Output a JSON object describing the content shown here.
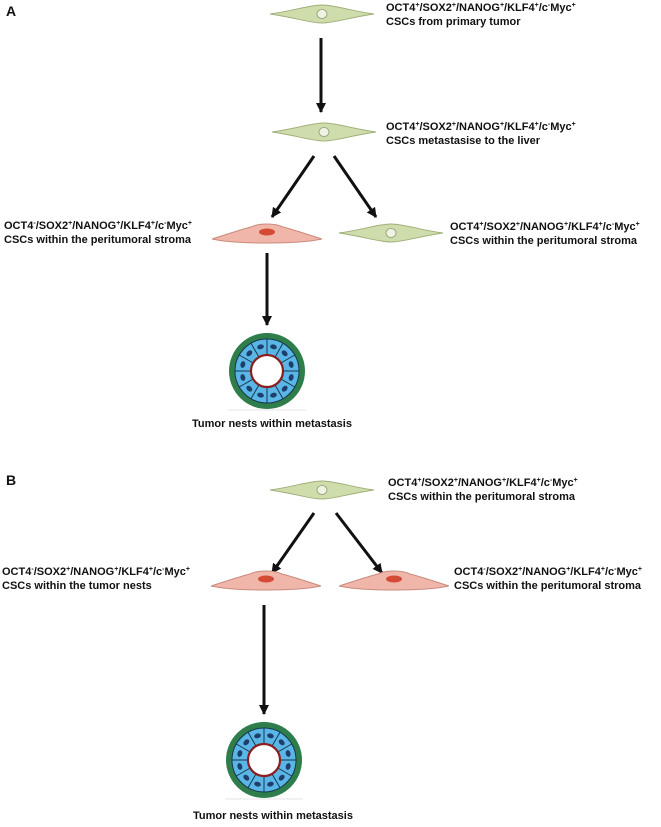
{
  "panels": [
    {
      "letter": "A",
      "top_cell": {
        "line1": "OCT4+/SOX2+/NANOG+/KLF4+/c-Myc+",
        "line2": "CSCs from primary tumor"
      },
      "mid_cell": {
        "line1": "OCT4+/SOX2+/NANOG+/KLF4+/c-Myc+",
        "line2": "CSCs metastasise to the liver"
      },
      "left_cell": {
        "line1": "OCT4-/SOX2+/NANOG+/KLF4+/c-Myc+",
        "line2": "CSCs within the peritumoral stroma"
      },
      "right_cell": {
        "line1": "OCT4+/SOX2+/NANOG+/KLF4+/c-Myc+",
        "line2": "CSCs within the peritumoral stroma"
      },
      "nest_caption": "Tumor nests within metastasis"
    },
    {
      "letter": "B",
      "top_cell": {
        "line1": "OCT4+/SOX2+/NANOG+/KLF4+/c-Myc+",
        "line2": "CSCs within the peritumoral stroma"
      },
      "left_cell": {
        "line1": "OCT4-/SOX2+/NANOG+/KLF4+/c-Myc+",
        "line2": "CSCs within the tumor nests"
      },
      "right_cell": {
        "line1": "OCT4-/SOX2+/NANOG+/KLF4+/c-Myc+",
        "line2": "CSCs within the peritumoral stroma"
      },
      "nest_caption": "Tumor nests within metastasis"
    }
  ],
  "colors": {
    "green_cell": "#cfdcab",
    "green_cell_edge": "#9fb07a",
    "pink_cell": "#f1b6aa",
    "pink_cell_edge": "#c98a7c",
    "pink_nucleus": "#d44a35",
    "nest_ring": "#2e7d4a",
    "nest_cells": "#59b6e6",
    "nest_nucleus": "#1f3f6a"
  },
  "icons": [
    "green-spindle-cell-icon",
    "pink-spindle-cell-icon",
    "tumor-nest-icon",
    "arrow-icon"
  ]
}
